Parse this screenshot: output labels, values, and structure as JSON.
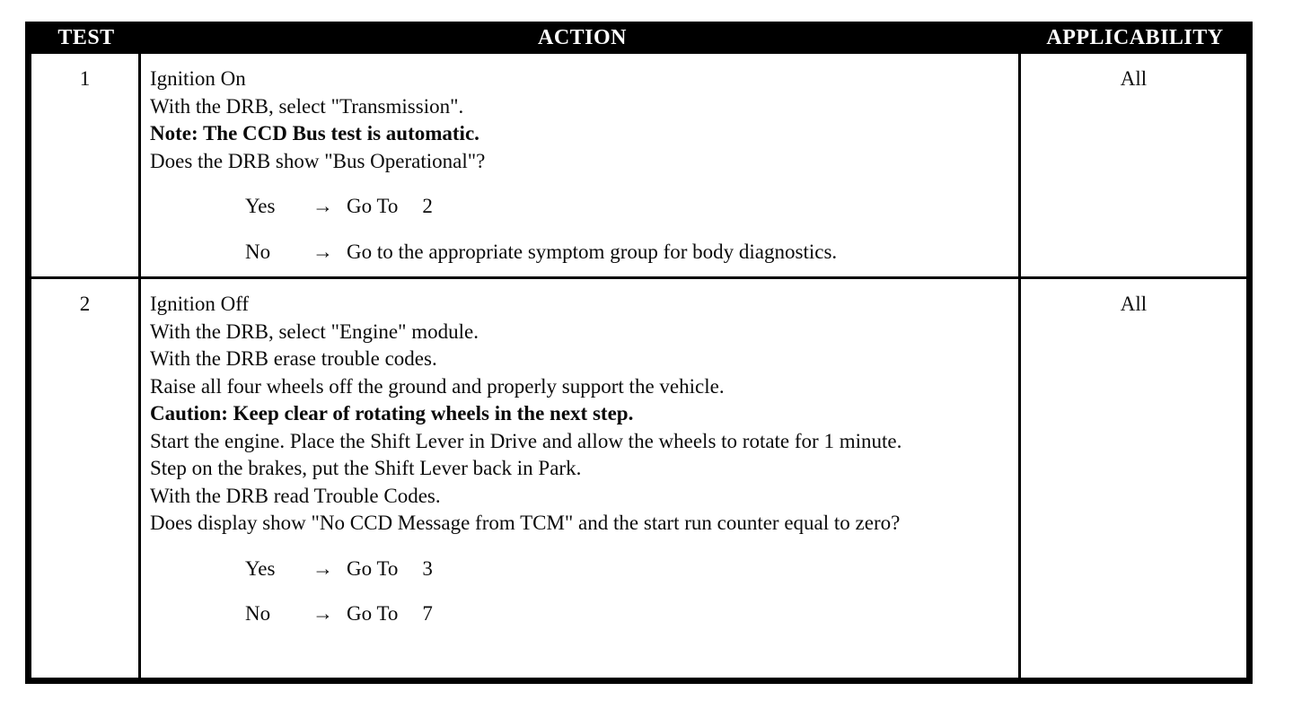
{
  "header": {
    "test": "TEST",
    "action": "ACTION",
    "applicability": "APPLICABILITY"
  },
  "colors": {
    "header_bg": "#000000",
    "header_text": "#ffffff",
    "body_text": "#0b0b0b",
    "border": "#000000"
  },
  "rows": [
    {
      "test": "1",
      "applicability": "All",
      "action_lines": [
        {
          "text": "Ignition On",
          "bold": false
        },
        {
          "text": "With the DRB, select \"Transmission\".",
          "bold": false
        },
        {
          "text": "Note: The CCD Bus test is automatic.",
          "bold": true
        },
        {
          "text": "Does the DRB show \"Bus Operational\"?",
          "bold": false
        }
      ],
      "branches": [
        {
          "answer": "Yes",
          "arrow": "→",
          "result": "Go To",
          "target": "2"
        },
        {
          "answer": "No",
          "arrow": "→",
          "result": "Go to the appropriate symptom group for body diagnostics.",
          "target": ""
        }
      ]
    },
    {
      "test": "2",
      "applicability": "All",
      "action_lines": [
        {
          "text": "Ignition Off",
          "bold": false
        },
        {
          "text": "With the DRB, select \"Engine\" module.",
          "bold": false
        },
        {
          "text": "With the DRB erase trouble codes.",
          "bold": false
        },
        {
          "text": "Raise all four wheels off the ground and properly support the vehicle.",
          "bold": false
        },
        {
          "text": "Caution: Keep clear of rotating wheels in the next step.",
          "bold": true
        },
        {
          "text": "Start the engine. Place the Shift Lever in Drive and allow the wheels to rotate for 1 minute.",
          "bold": false
        },
        {
          "text": "Step on the brakes, put the Shift Lever back in Park.",
          "bold": false
        },
        {
          "text": "With the DRB read Trouble Codes.",
          "bold": false
        },
        {
          "text": "Does display show \"No CCD Message from TCM\" and the start run counter equal to zero?",
          "bold": false
        }
      ],
      "branches": [
        {
          "answer": "Yes",
          "arrow": "→",
          "result": "Go To",
          "target": "3"
        },
        {
          "answer": "No",
          "arrow": "→",
          "result": "Go To",
          "target": "7"
        }
      ]
    }
  ]
}
